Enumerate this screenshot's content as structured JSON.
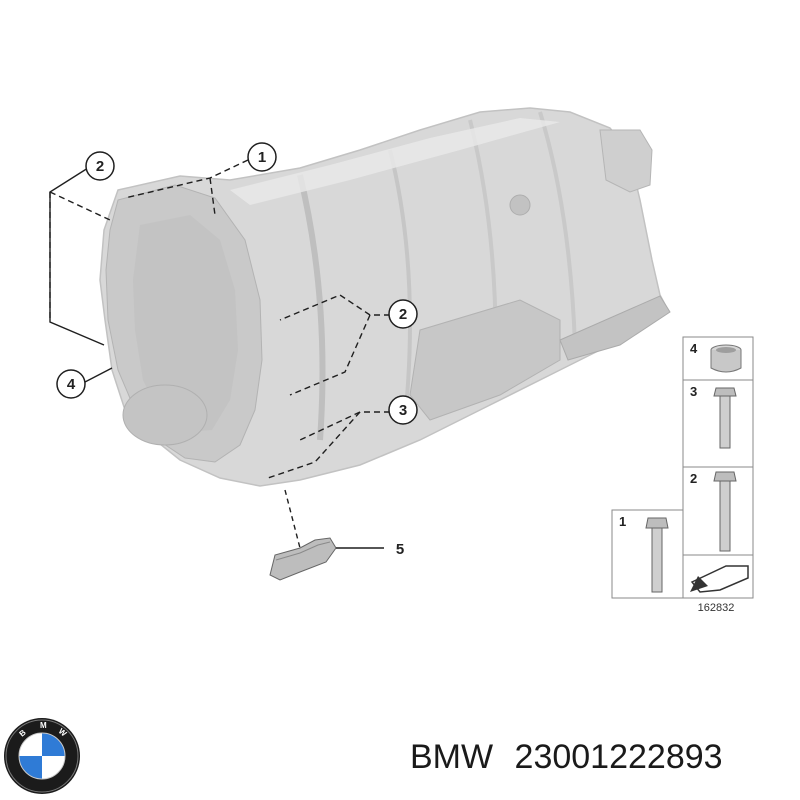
{
  "callouts": {
    "c1": "1",
    "c2_top": "2",
    "c2_mid": "2",
    "c3": "3",
    "c4": "4",
    "c5": "5"
  },
  "legend": {
    "items": [
      {
        "number": "4",
        "part": "sleeve"
      },
      {
        "number": "3",
        "part": "bolt"
      },
      {
        "number": "2",
        "part": "bolt"
      },
      {
        "number": "1",
        "part": "bolt"
      }
    ],
    "reference_code": "162832"
  },
  "logo": {
    "text": "B M W",
    "colors": {
      "blue": "#2f7bd6",
      "white": "#ffffff",
      "ring": "#1b1b1b"
    }
  },
  "footer": {
    "brand": "BMW",
    "part_number": "23001222893"
  },
  "colors": {
    "housing": "#d9d9d9",
    "housing_shadow": "#b5b5b5",
    "housing_light": "#eaeaea",
    "lines": "#1f1f1f"
  }
}
